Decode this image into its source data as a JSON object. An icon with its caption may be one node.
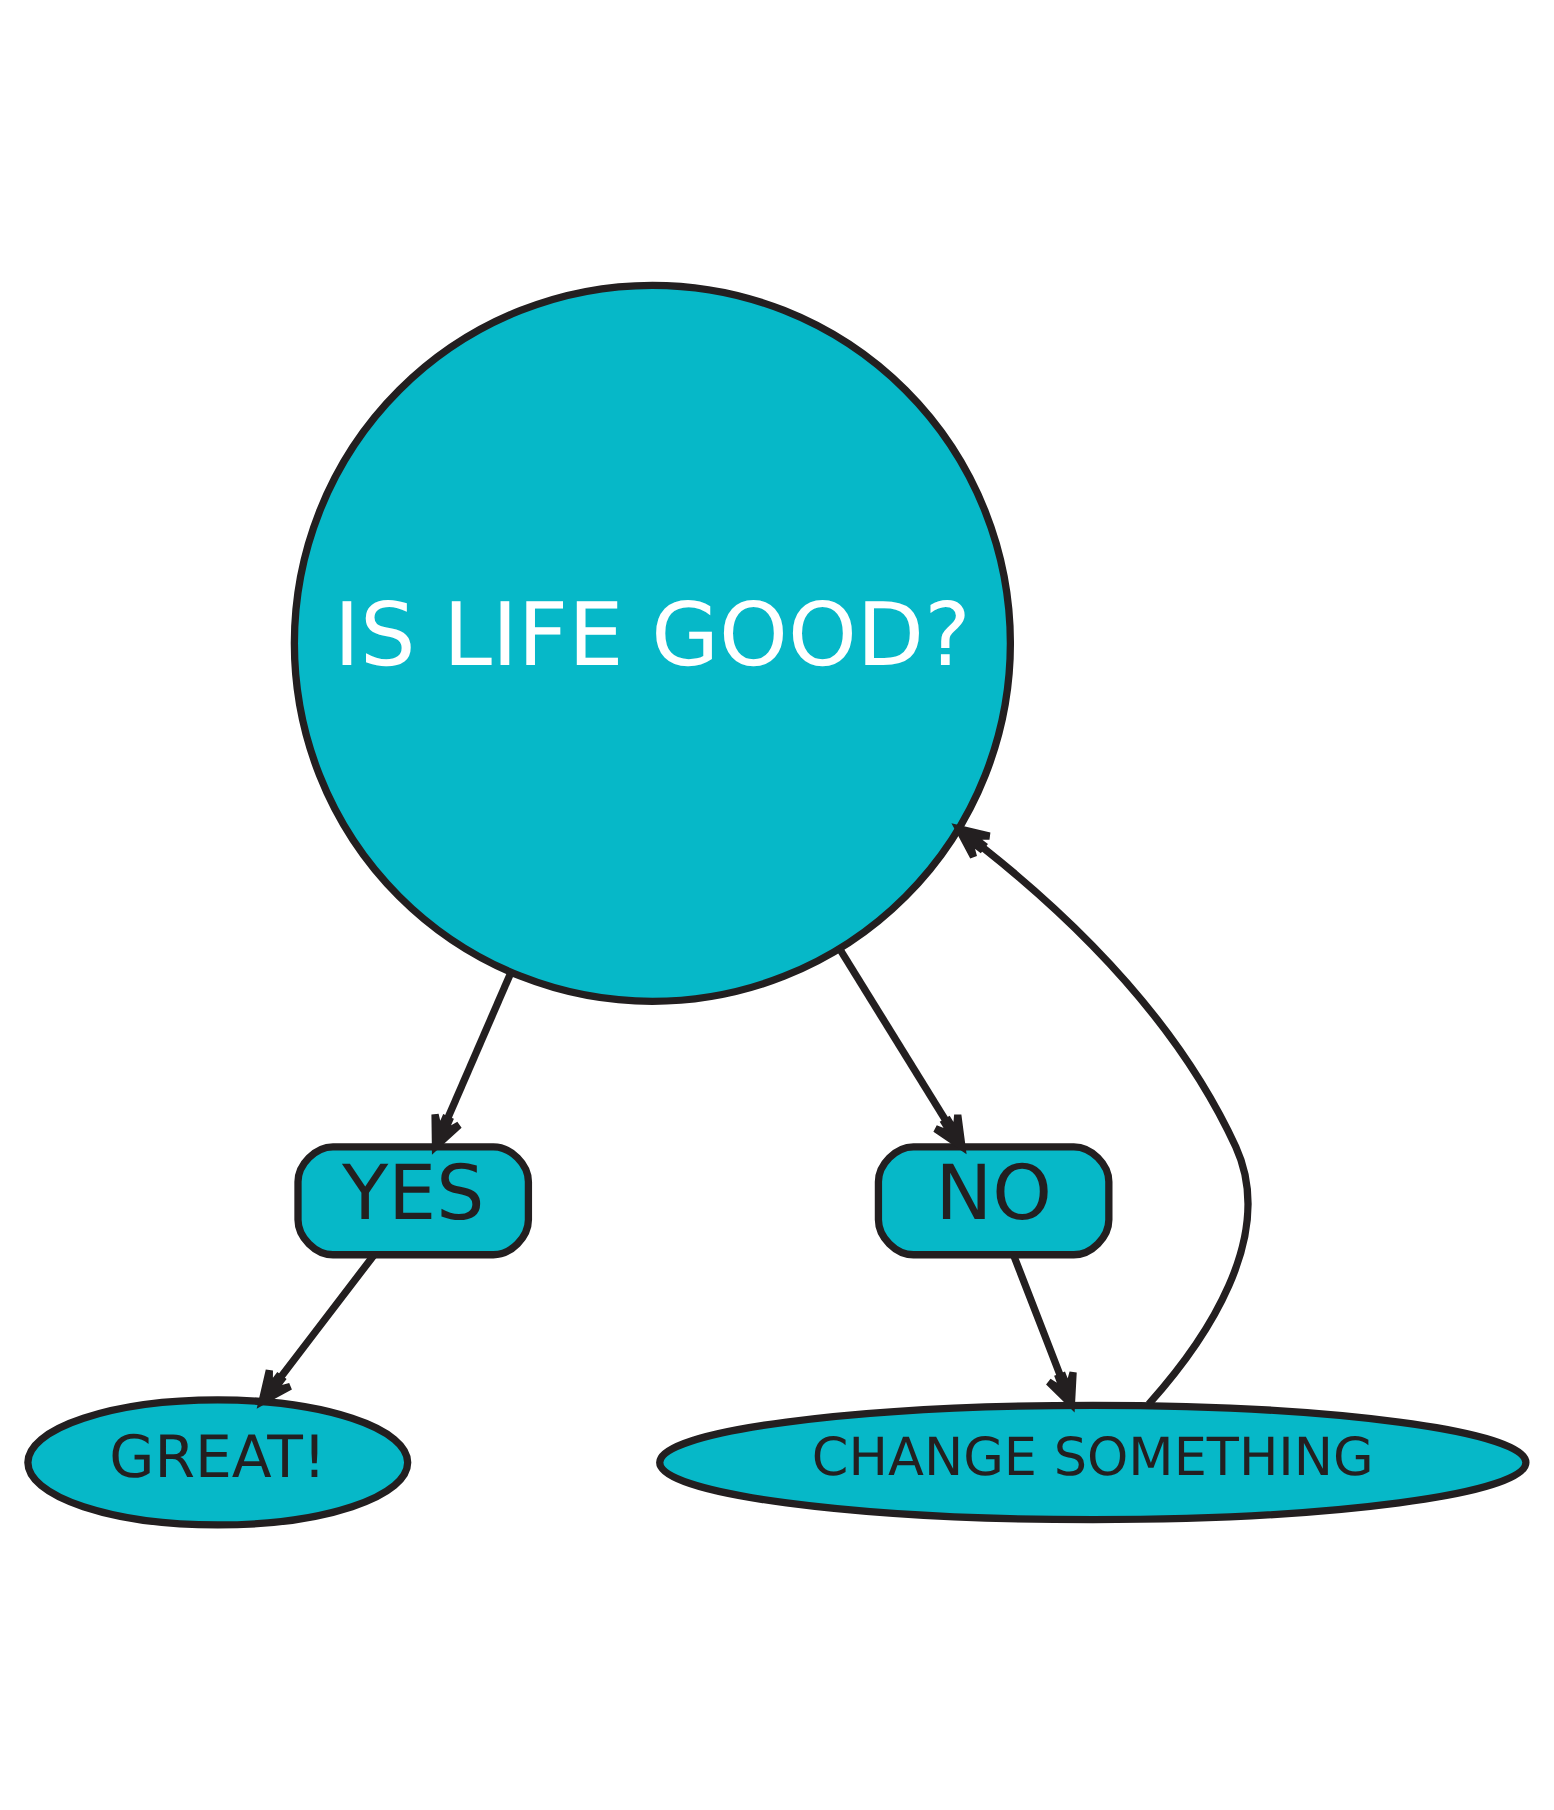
{
  "diagram": {
    "nodes": [
      {
        "text": [
          "IS LIFE GOOD?"
        ]
      },
      {
        "text": [
          "YES"
        ]
      },
      {
        "text": [
          "NO"
        ]
      },
      {
        "text": [
          "GREAT!"
        ]
      },
      {
        "text": [
          "CHANGE SOMETHING"
        ]
      }
    ],
    "edges": [
      {
        "from": 0,
        "to": 1,
        "arrow": "to"
      },
      {
        "from": 0,
        "to": 2,
        "arrow": "to"
      },
      {
        "from": 1,
        "to": 3,
        "arrow": "to"
      },
      {
        "from": 2,
        "to": 4,
        "arrow": "to"
      },
      {
        "from": 4,
        "to": 0,
        "arrow": "to"
      }
    ]
  }
}
